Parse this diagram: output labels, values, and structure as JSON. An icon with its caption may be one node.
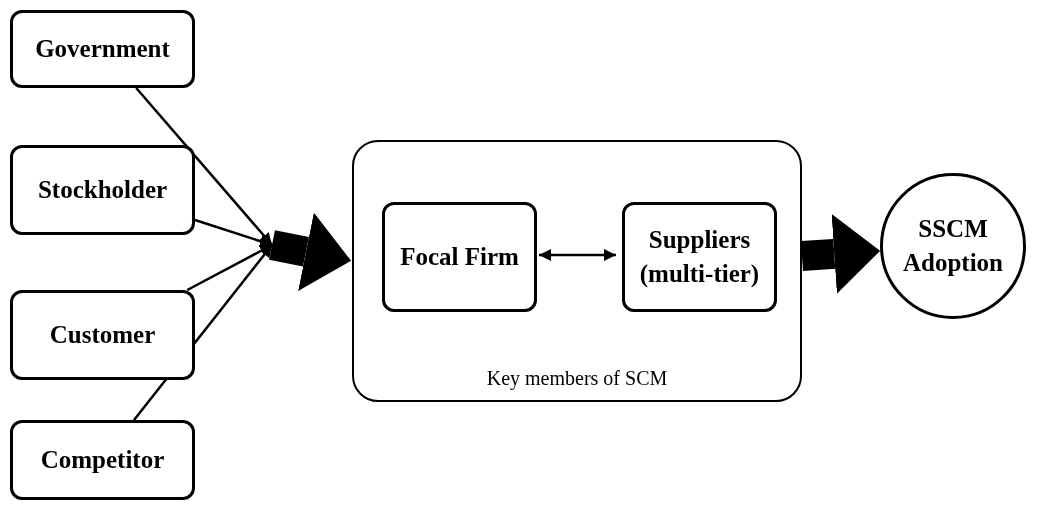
{
  "diagram": {
    "nodes": [
      {
        "text": [
          "Government"
        ]
      },
      {
        "text": [
          "Stockholder"
        ]
      },
      {
        "text": [
          "Customer"
        ]
      },
      {
        "text": [
          "Competitor"
        ]
      },
      {
        "text": [
          "Key members of SCM"
        ]
      },
      {
        "text": [
          "Focal Firm"
        ],
        "in": 4
      },
      {
        "text": [
          "Suppliers (multi-tier)"
        ],
        "in": 4
      },
      {
        "text": [
          "SSCM Adoption"
        ]
      }
    ],
    "edges": [
      {
        "from": 0,
        "to": 4,
        "arrow": "to"
      },
      {
        "from": 1,
        "to": 4,
        "arrow": "to"
      },
      {
        "from": 2,
        "to": 4,
        "arrow": "to"
      },
      {
        "from": 3,
        "to": 4,
        "arrow": "to"
      },
      {
        "from": 5,
        "to": 6,
        "arrow": "both"
      },
      {
        "from": 4,
        "to": 7,
        "arrow": "to",
        "style": "thick"
      }
    ]
  }
}
